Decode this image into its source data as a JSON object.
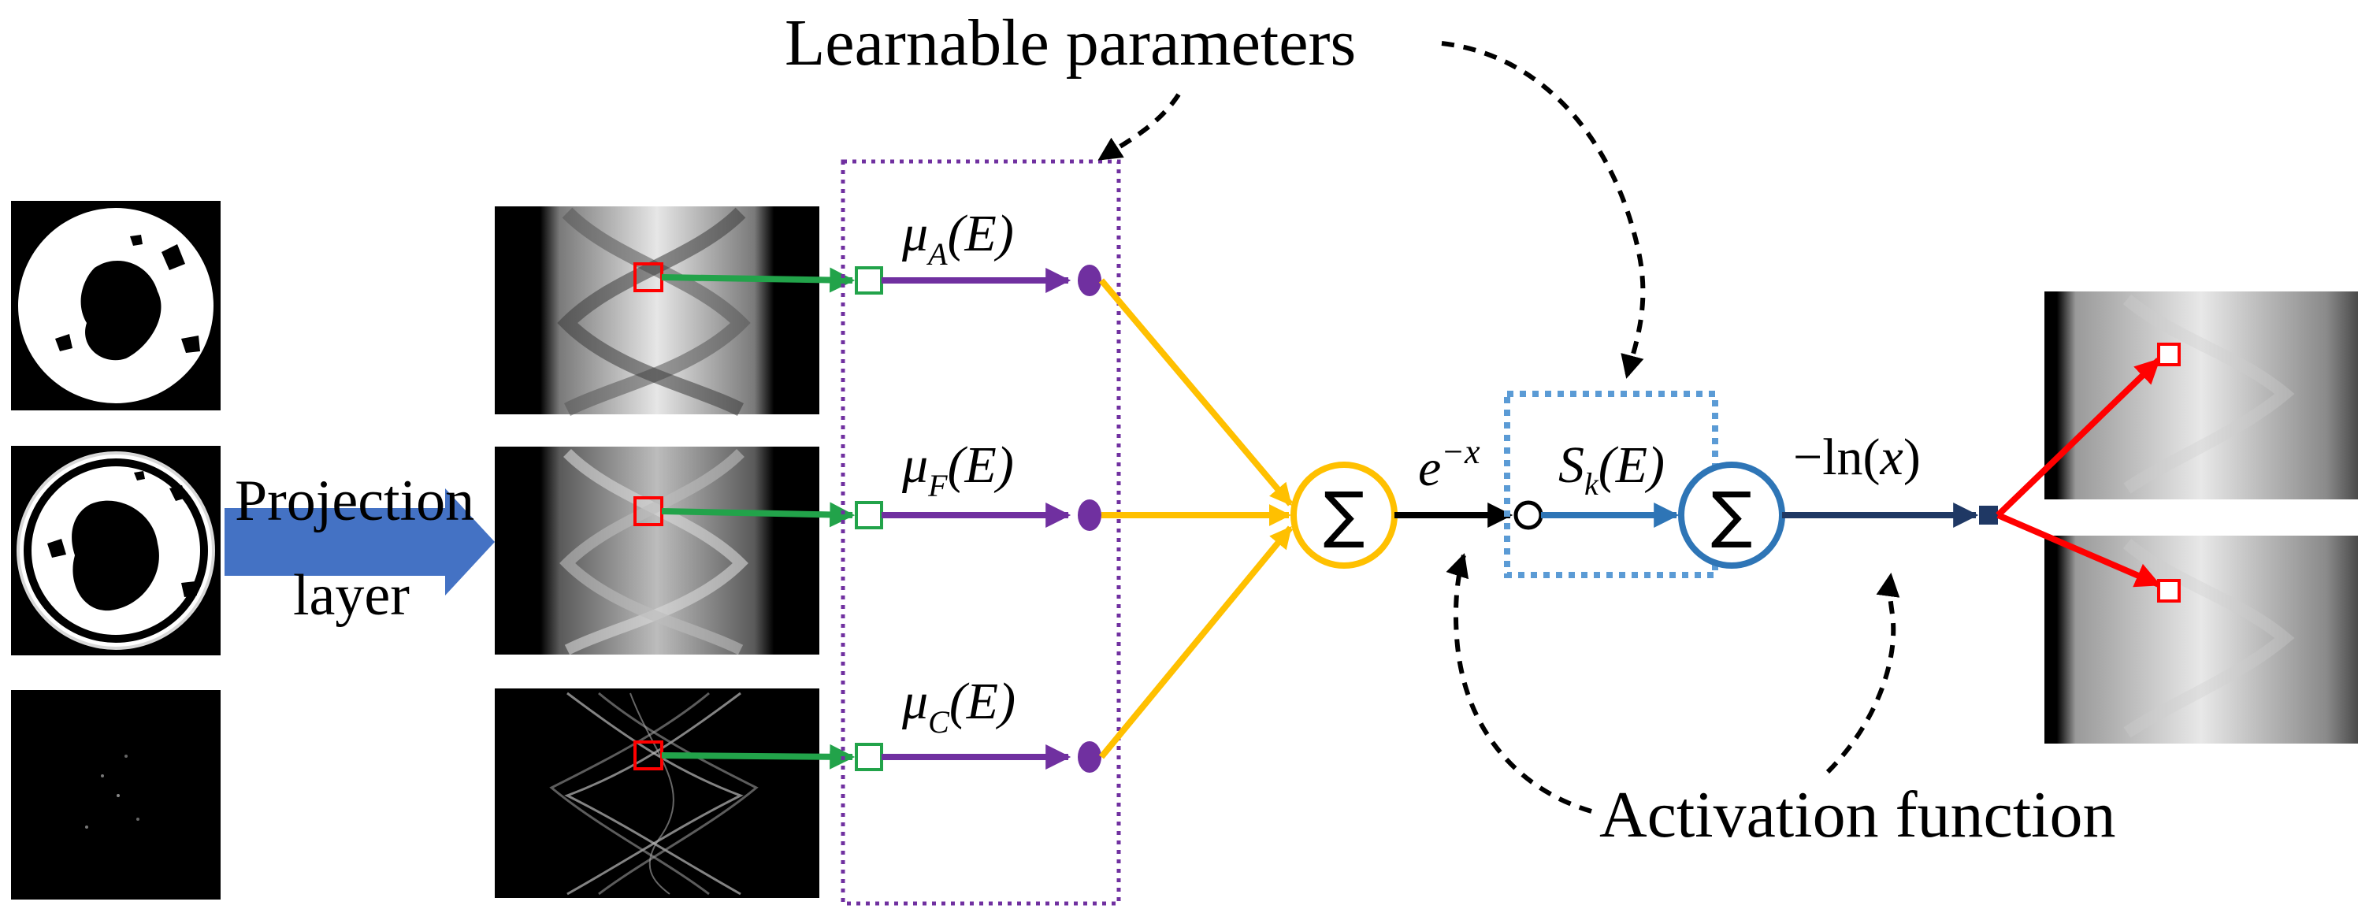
{
  "labels": {
    "learnable_parameters": "Learnable parameters",
    "activation_function": "Activation function",
    "projection_line1": "Projection",
    "projection_line2": "layer"
  },
  "attenuation": {
    "A": {
      "mu": "μ",
      "sub": "A",
      "arg": "(E)"
    },
    "F": {
      "mu": "μ",
      "sub": "F",
      "arg": "(E)"
    },
    "C": {
      "mu": "μ",
      "sub": "C",
      "arg": "(E)"
    }
  },
  "operators": {
    "sum": "∑",
    "exp_base": "e",
    "exp_power": "−x",
    "spectrum_S": "S",
    "spectrum_sub": "k",
    "spectrum_arg": "(E)",
    "neg_log": "−ln(",
    "neg_log_var": "x",
    "neg_log_close": ")"
  },
  "colors": {
    "green": "#22a34a",
    "purple": "#7030a0",
    "gold": "#ffc000",
    "black": "#000000",
    "steel_blue": "#2e75b6",
    "light_blue": "#5b9bd5",
    "navy": "#1f3864",
    "red": "#ff0000",
    "projection_arrow": "#4472c4"
  }
}
